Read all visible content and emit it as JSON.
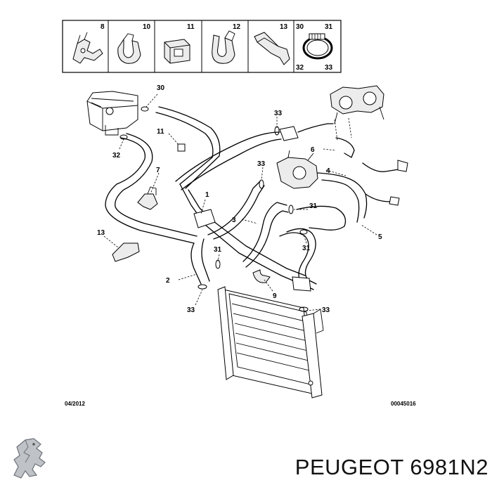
{
  "legend": {
    "cells": [
      {
        "number": "8"
      },
      {
        "number": "10"
      },
      {
        "number": "11"
      },
      {
        "number": "12"
      },
      {
        "number": "13"
      },
      {
        "number_tl": "30",
        "number_tr": "31",
        "number_bl": "32",
        "number_br": "33"
      }
    ]
  },
  "callouts": {
    "c30": "30",
    "c11": "11",
    "c32": "32",
    "c7": "7",
    "c1": "1",
    "c13": "13",
    "c2": "2",
    "c33_bottom_left": "33",
    "c31_center": "31",
    "c9": "9",
    "c33_bottom_right": "33",
    "c3": "3",
    "c33_top": "33",
    "c33_middle": "33",
    "c6": "6",
    "c4": "4",
    "c31_right_top": "31",
    "c31_right_bottom": "31",
    "c5": "5"
  },
  "footer": {
    "date": "04/2012",
    "ref": "00045016"
  },
  "brand": {
    "caption": "PEUGEOT 6981N2",
    "logo_icon": "lion-logo-icon"
  }
}
